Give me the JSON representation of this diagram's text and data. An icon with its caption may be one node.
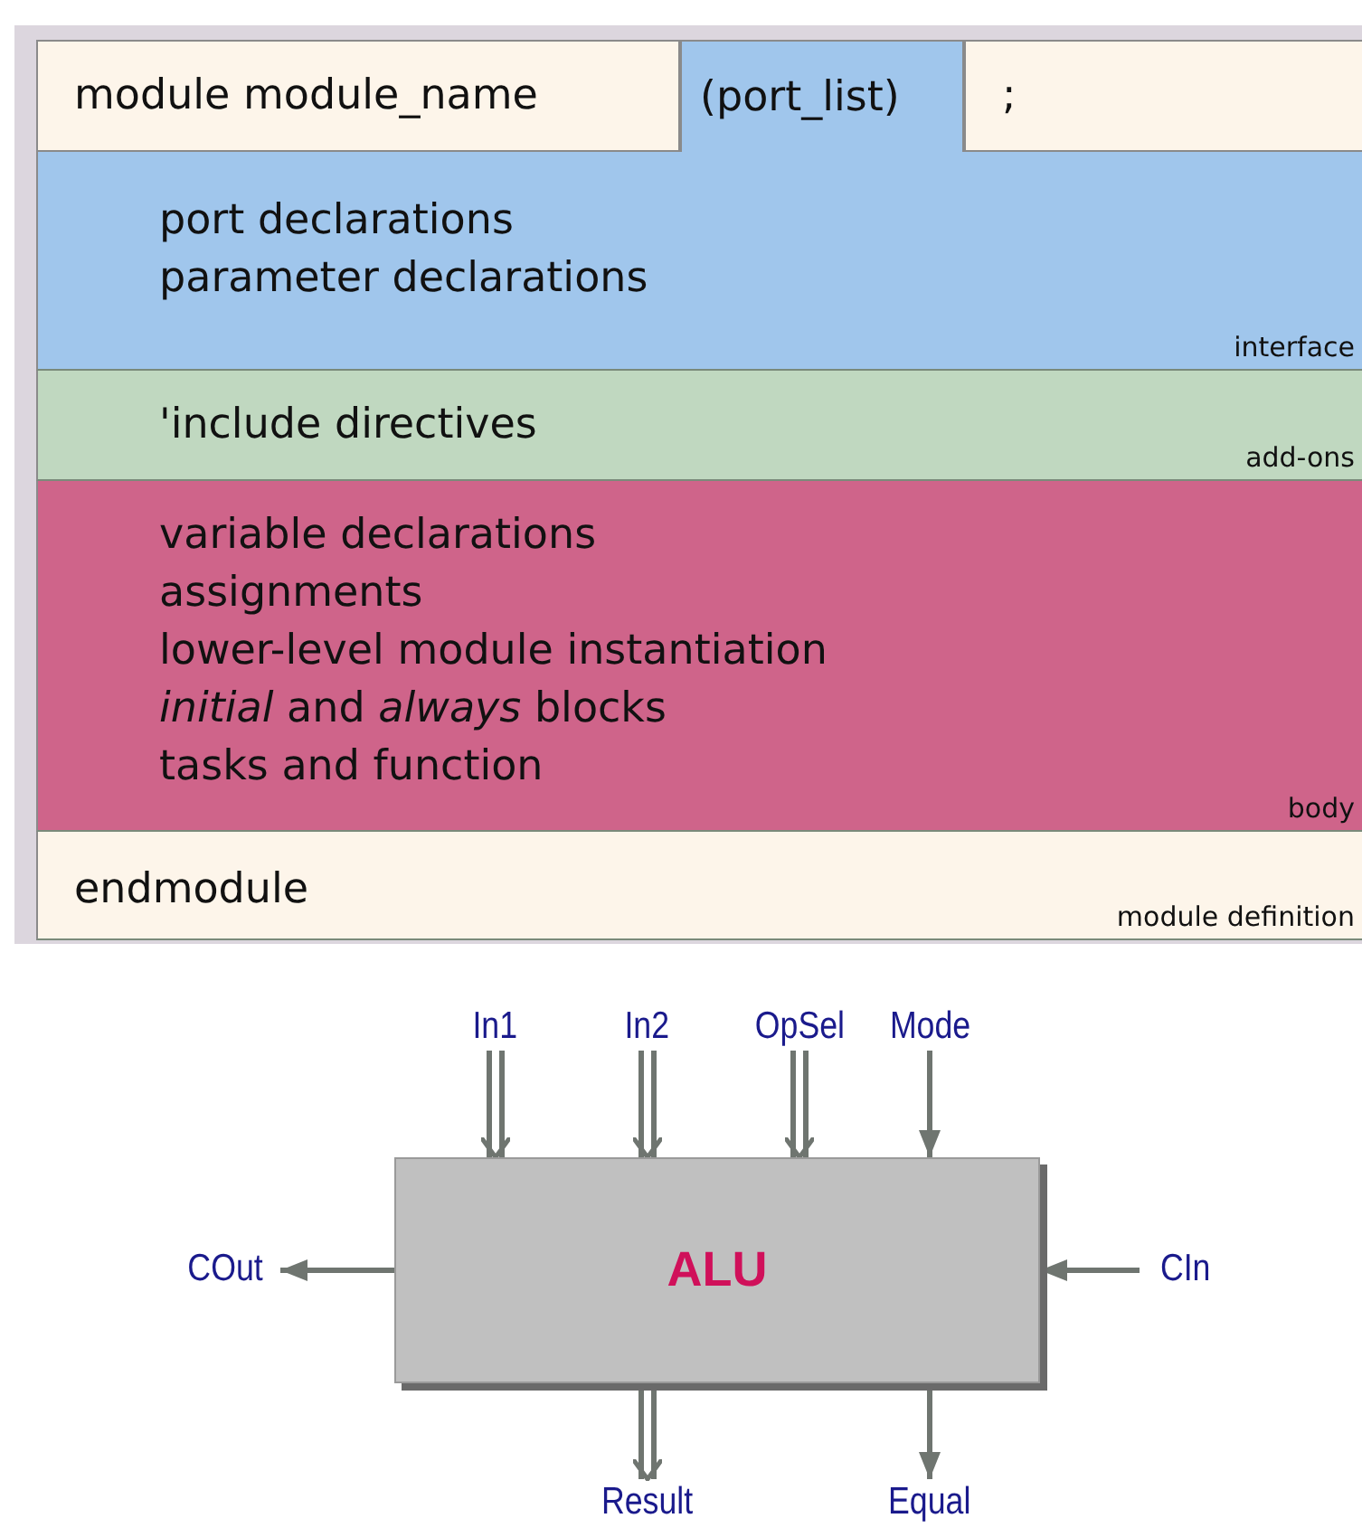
{
  "diagram": {
    "nodes": [
      {
        "text": [
          "module module_name"
        ]
      },
      {
        "text": [
          "(port_list)"
        ]
      },
      {
        "text": [
          ";"
        ]
      },
      {
        "text": [
          "port declarations",
          "parameter declarations",
          "interface"
        ]
      },
      {
        "text": [
          "'include directives",
          "add-ons"
        ]
      },
      {
        "text": [
          "variable declarations",
          "assignments",
          "lower-level module instantiation",
          "*initial* and *always* blocks",
          "tasks and function",
          "body"
        ]
      },
      {
        "text": [
          "endmodule",
          "module definition"
        ]
      },
      {
        "text": [
          "ALU"
        ]
      },
      {
        "text": [
          "In1"
        ]
      },
      {
        "text": [
          "In2"
        ]
      },
      {
        "text": [
          "OpSel"
        ]
      },
      {
        "text": [
          "Mode"
        ]
      },
      {
        "text": [
          "COut"
        ]
      },
      {
        "text": [
          "CIn"
        ]
      },
      {
        "text": [
          "Result"
        ]
      },
      {
        "text": [
          "Equal"
        ]
      }
    ],
    "edges": [
      {
        "from": 8,
        "to": 7,
        "arrow": "to",
        "style": "thick"
      },
      {
        "from": 9,
        "to": 7,
        "arrow": "to",
        "style": "thick"
      },
      {
        "from": 10,
        "to": 7,
        "arrow": "to",
        "style": "thick"
      },
      {
        "from": 11,
        "to": 7,
        "arrow": "to"
      },
      {
        "from": 7,
        "to": 12,
        "arrow": "to"
      },
      {
        "from": 13,
        "to": 7,
        "arrow": "to"
      },
      {
        "from": 7,
        "to": 14,
        "arrow": "to",
        "style": "thick"
      },
      {
        "from": 7,
        "to": 15,
        "arrow": "to"
      }
    ]
  }
}
